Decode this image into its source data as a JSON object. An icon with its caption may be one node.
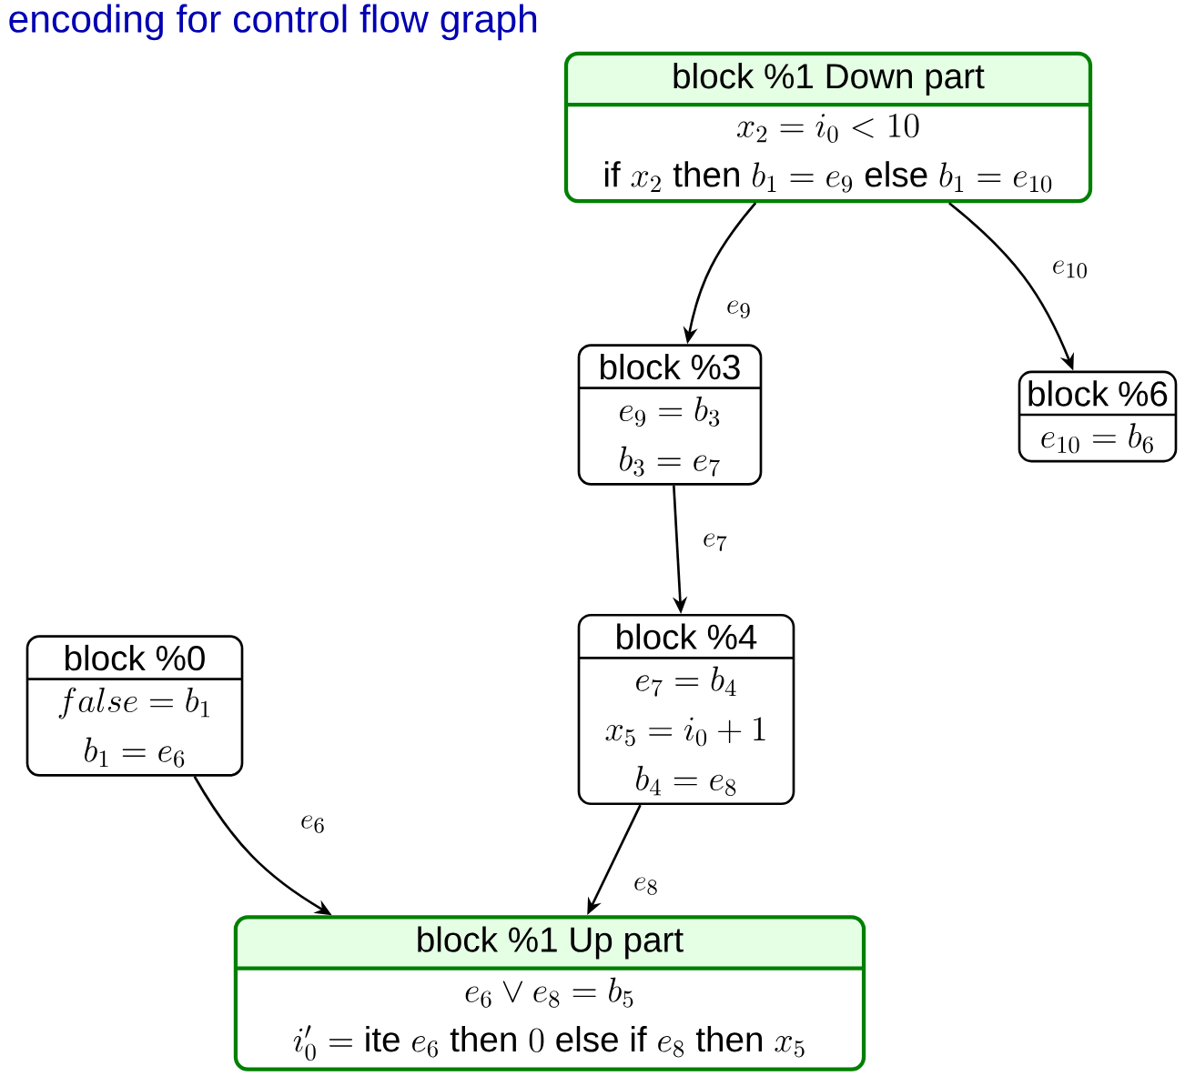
{
  "diagram": {
    "title": "encoding for control flow graph",
    "nodes": [
      {
        "text": [
          "block %1 Down part",
          "x_2 = i_0 < 10",
          "\\text{if } x_2 \\text{ then } b_1 = e_9 \\text{ else }\\allowbreak b_1 = e_{10}"
        ]
      },
      {
        "text": [
          "block %3",
          "e_9 = b_3",
          "b_3 = e_7"
        ]
      },
      {
        "text": [
          "block %6",
          "e_{10} = b_6"
        ]
      },
      {
        "text": [
          "block %0",
          "false = b_1",
          "b_1 = e_6"
        ]
      },
      {
        "text": [
          "block %4",
          "e_7 = b_4",
          "x_5 = i_0 + 1",
          "b_4 = e_8"
        ]
      },
      {
        "text": [
          "block %1 Up part",
          "e_6 \\lor e_8 = b_5",
          "i'_0 = \\text{ite } e_6 \\text{ then } 0 \\text{ else if } e_8 \\text{ then } x_5"
        ]
      }
    ],
    "edges": [
      {
        "from": 0,
        "to": 1,
        "arrow": "to",
        "label": "e_9"
      },
      {
        "from": 0,
        "to": 2,
        "arrow": "to",
        "label": "e_{10}"
      },
      {
        "from": 1,
        "to": 4,
        "arrow": "to",
        "label": "e_7"
      },
      {
        "from": 3,
        "to": 5,
        "arrow": "to",
        "label": "e_6"
      },
      {
        "from": 4,
        "to": 5,
        "arrow": "to",
        "label": "e_8"
      }
    ]
  }
}
